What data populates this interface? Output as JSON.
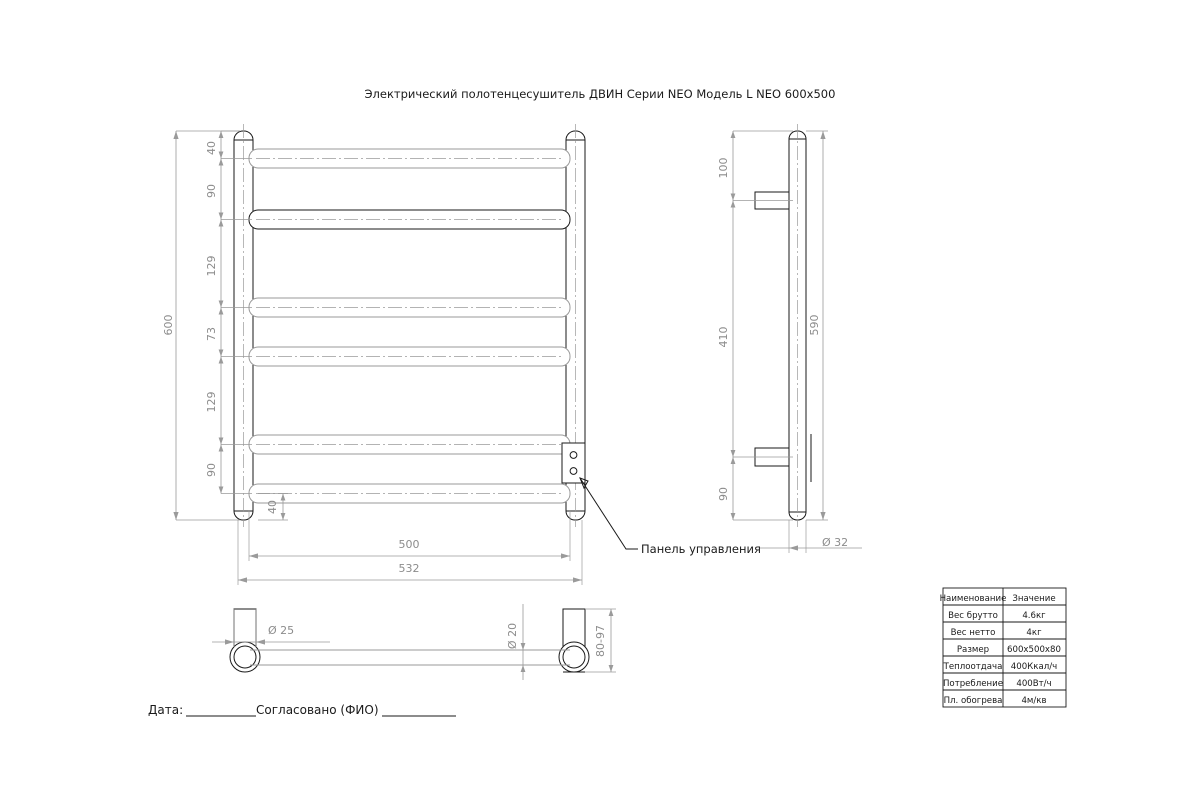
{
  "drawing": {
    "title": "Электрический полотенцесушитель ДВИН Серии NEO Модель L NEO 600x500",
    "annotation_control_panel": "Панель управления"
  },
  "front_view": {
    "overall_height": "600",
    "overall_width": "532",
    "bar_span_width": "500",
    "vertical_segments": [
      "40",
      "90",
      "129",
      "73",
      "129",
      "90",
      "40"
    ]
  },
  "side_view": {
    "overall_height": "590",
    "top_bracket_offset": "100",
    "bracket_spacing": "410",
    "bottom_bracket_offset": "90",
    "tube_diameter": "Ø 32"
  },
  "plan_view": {
    "post_diameter": "Ø 25",
    "bar_diameter": "Ø 20",
    "depth_range": "80-97"
  },
  "spec_table": {
    "headers": [
      "Наименование",
      "Значение"
    ],
    "rows": [
      {
        "name": "Вес брутто",
        "value": "4.6кг"
      },
      {
        "name": "Вес нетто",
        "value": "4кг"
      },
      {
        "name": "Размер",
        "value": "600x500x80"
      },
      {
        "name": "Теплоотдача",
        "value": "400Ккал/ч"
      },
      {
        "name": "Потребление",
        "value": "400Вт/ч"
      },
      {
        "name": "Пл. обогрева",
        "value": "4м/кв"
      }
    ]
  },
  "signature_block": {
    "date_label": "Дата:",
    "approved_label": "Согласовано (ФИО)"
  },
  "colors": {
    "object_line": "#1a1a1a",
    "dimension_line": "#9a9a9a",
    "background": "#ffffff"
  }
}
